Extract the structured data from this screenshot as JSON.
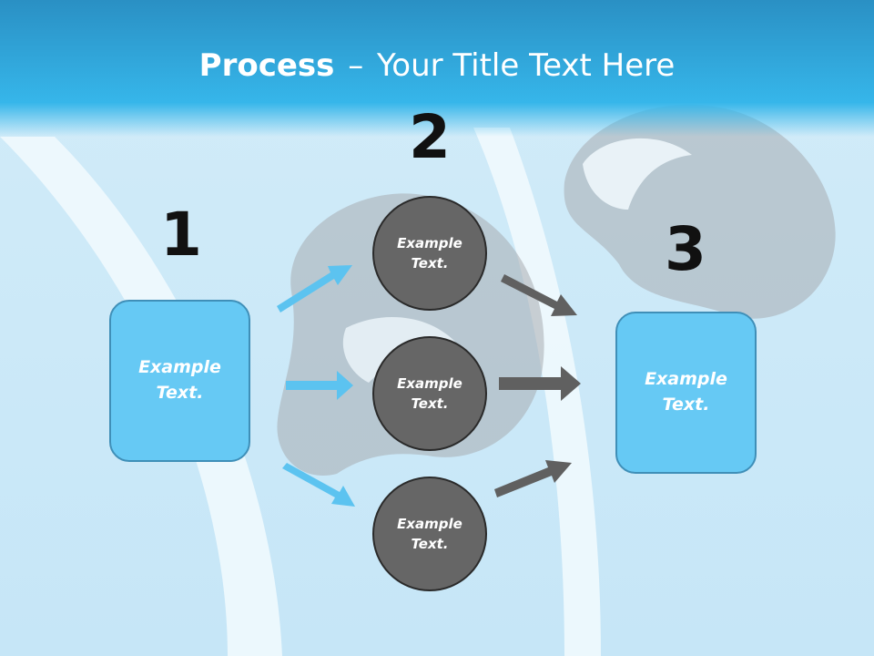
{
  "slide": {
    "title_bold": "Process",
    "title_sep": "–",
    "title_rest": "Your Title Text Here"
  },
  "steps": [
    {
      "number": "1",
      "label": "Example Text."
    },
    {
      "number": "2",
      "labels": [
        "Example Text.",
        "Example Text.",
        "Example Text."
      ]
    },
    {
      "number": "3",
      "label": "Example Text."
    }
  ],
  "colors": {
    "header": "#36b6ea",
    "box_fill": "#66c9f4",
    "box_border": "#3f8fb8",
    "circle_fill": "#666666",
    "arrow_in": "#5cc3f0",
    "arrow_out": "#606060"
  }
}
